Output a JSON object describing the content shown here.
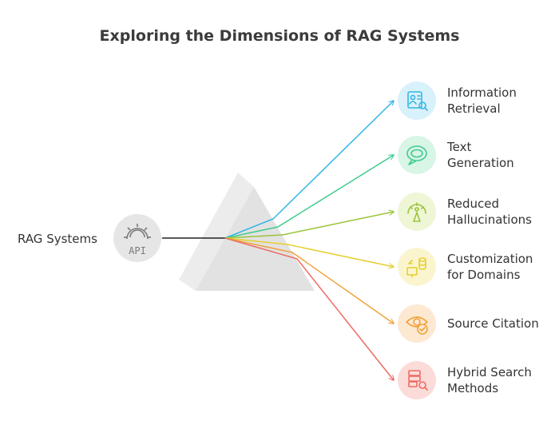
{
  "title": "Exploring the Dimensions of RAG Systems",
  "source": {
    "label": "RAG Systems",
    "icon": "api-gear-icon",
    "icon_text": "API"
  },
  "items": [
    {
      "line1": "Information",
      "line2": "Retrieval",
      "color": "#35b6e6",
      "bg": "#d8f1fb",
      "icon": "profile-search-icon"
    },
    {
      "line1": "Text",
      "line2": "Generation",
      "color": "#3fcc8c",
      "bg": "#d8f5e6",
      "icon": "speech-bubble-icon"
    },
    {
      "line1": "Reduced",
      "line2": "Hallucinations",
      "color": "#9bc43a",
      "bg": "#eef6d6",
      "icon": "mind-head-icon"
    },
    {
      "line1": "Customization",
      "line2": "for Domains",
      "color": "#e6cf2e",
      "bg": "#fbf5cf",
      "icon": "database-transfer-icon"
    },
    {
      "line1": "Source Citation",
      "line2": "",
      "color": "#f0a23c",
      "bg": "#fde8d1",
      "icon": "eye-check-icon"
    },
    {
      "line1": "Hybrid Search",
      "line2": "Methods",
      "color": "#ee6b62",
      "bg": "#fcdcd8",
      "icon": "server-search-icon"
    }
  ]
}
